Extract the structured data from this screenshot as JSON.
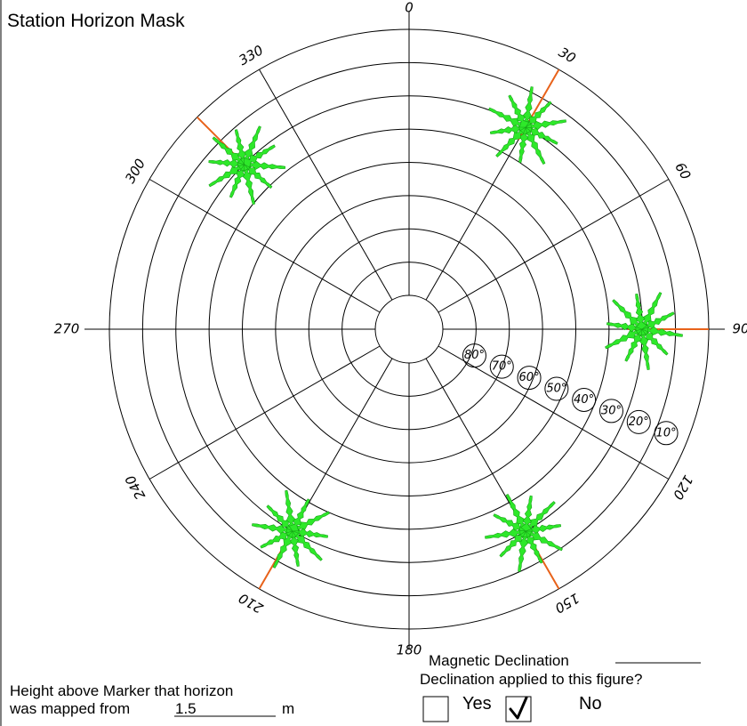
{
  "title": "Station Horizon Mask",
  "azimuth_labels": [
    "0",
    "30",
    "60",
    "90",
    "120",
    "150",
    "180",
    "210",
    "240",
    "270",
    "300",
    "330"
  ],
  "elevation_labels": [
    "10",
    "20",
    "30",
    "40",
    "50",
    "60",
    "70",
    "80"
  ],
  "elevation_degree_symbol": "°",
  "tree_icon": "palm-tree-icon",
  "tree_azimuths": [
    30,
    90,
    150,
    210,
    315
  ],
  "colors": {
    "tree": "#2ee82a",
    "tree_marker": "#e8621a"
  },
  "magnetic_declination": {
    "label": "Magnetic Declination",
    "value": ""
  },
  "declination_applied": {
    "question": "Declination applied to this figure?",
    "yes_label": "Yes",
    "no_label": "No",
    "yes_checked": false,
    "no_checked": true
  },
  "height": {
    "line1": "Height above Marker that horizon",
    "line2_prefix": "was mapped from",
    "value": "1.5",
    "unit": "m"
  }
}
